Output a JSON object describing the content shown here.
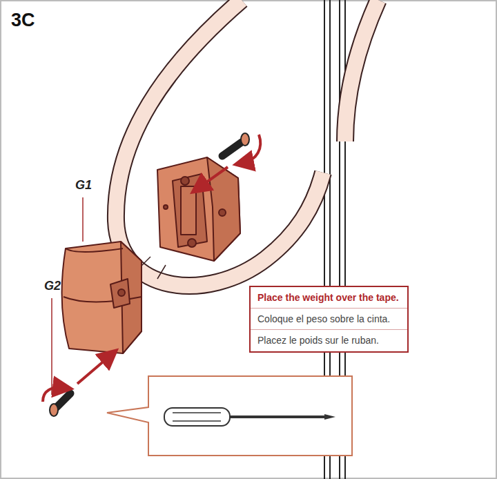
{
  "diagram": {
    "title": "3C",
    "nodes": [
      {
        "text": [
          "Place the weight over the tape.",
          "Coloque el peso sobre la cinta.",
          "Placez le poids sur le ruban."
        ]
      }
    ],
    "labels": [
      "G1",
      "G2"
    ]
  }
}
